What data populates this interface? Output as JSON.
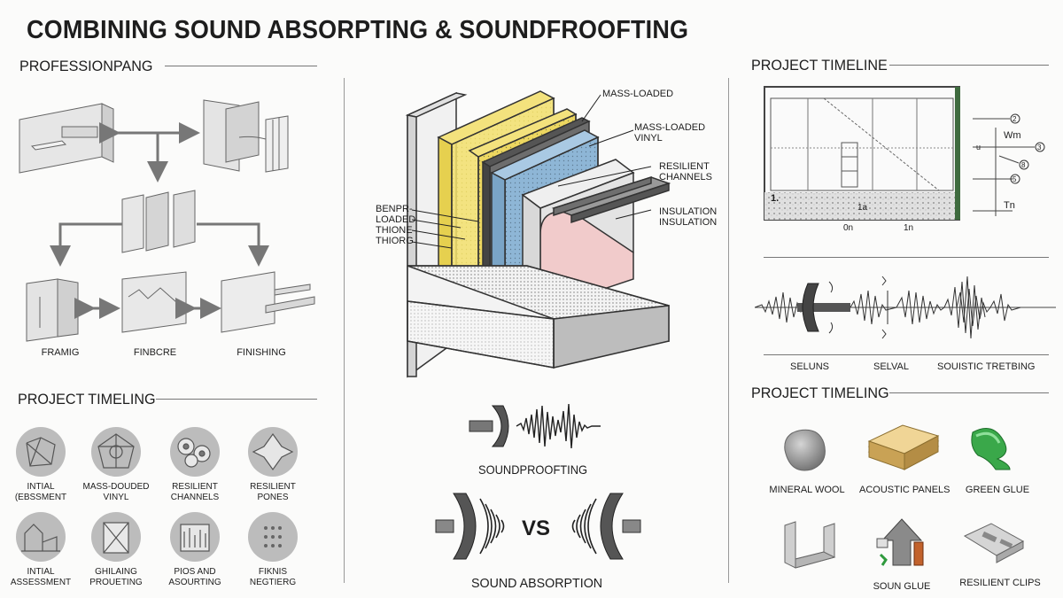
{
  "title": "COMBINING SOUND ABSORPTING & SOUNDFROOFTING",
  "left_panel": {
    "top_heading": "PROFESSIONPANG",
    "steps": [
      "FRAMIG",
      "FINBCRE",
      "FINISHING"
    ],
    "bottom_heading": "PROJECT TIMELING",
    "icons_row1": [
      {
        "line1": "INTIAL",
        "line2": "(EBSSMENT"
      },
      {
        "line1": "MASS-DOUDED",
        "line2": "VINYL"
      },
      {
        "line1": "RESILIENT",
        "line2": "CHANNELS"
      },
      {
        "line1": "RESILIENT",
        "line2": "PONES"
      }
    ],
    "icons_row2": [
      {
        "line1": "INTIAL",
        "line2": "ASSESSMENT"
      },
      {
        "line1": "GHILAING",
        "line2": "PROUETING"
      },
      {
        "line1": "PIOS AND",
        "line2": "ASOURTING"
      },
      {
        "line1": "FIKNIS",
        "line2": "NEGTIERG"
      }
    ]
  },
  "center_panel": {
    "left_labels": [
      "BENPR-",
      "LOADED",
      "THIONE",
      "THIORG"
    ],
    "right_labels": [
      {
        "text": "MASS-LOADED"
      },
      {
        "line1": "MASS-LOADED",
        "line2": "VINYL"
      },
      {
        "line1": "RESILIENT",
        "line2": "CHANNELS"
      },
      {
        "line1": "INSULATION",
        "line2": "INSULATION"
      }
    ],
    "wave_top_label": "SOUNDPROOFTING",
    "vs_label": "VS",
    "wave_bottom_label": "SOUND ABSORPTION"
  },
  "right_panel": {
    "heading1": "PROJECT TIMELINE",
    "plan_labels": {
      "row_label": "1.",
      "inner_label": "1a",
      "bottom_left": "0n",
      "bottom_mid": "1n",
      "side_a": "Wm",
      "side_b": "Tn",
      "small_u": "u",
      "circle_1": "2",
      "circle_2": "3",
      "circle_3": "8",
      "circle_4": "5"
    },
    "wave_labels": [
      "SELUNS",
      "SELVAL",
      "SOUISTIC TRETBING"
    ],
    "heading2": "PROJECT TIMELING",
    "materials": [
      {
        "label": "MINERAL WOOL"
      },
      {
        "label": "ACOUSTIC PANELS"
      },
      {
        "label": "GREEN GLUE"
      },
      {
        "label": ""
      },
      {
        "label": "SOUN GLUE"
      },
      {
        "label": "RESILIENT CLIPS"
      }
    ]
  }
}
